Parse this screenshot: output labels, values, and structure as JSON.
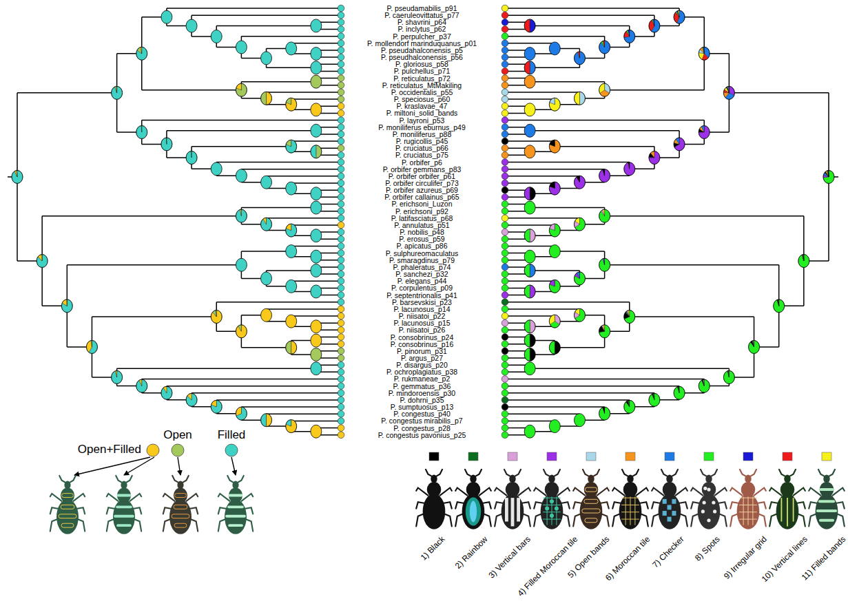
{
  "diagram": {
    "labels": [
      "P. pseudamabilis_p91",
      "P. caeruleovittatus_p77",
      "P. shavrini_p64",
      "P. inclytus_p62",
      "P. perpulcher_p37",
      "P. mollendorf marinduquanus_p01",
      "P. pseudahalconensis_p5",
      "P. pseudhalconensis_p56",
      "P. gloriosus_p58",
      "P. pulchellus_p71",
      "P. reticulatus_p72",
      "P. reticulatus_MtMakiling",
      "P. occidentalis_p55",
      "P. speciosus_p60",
      "P. kraslavae_47",
      "P. miltoni_solid_bands",
      "P. layroni_p53",
      "P. moniliferus eburnus_p49",
      "P. moniliferus_p88",
      "P. rugicollis_p45",
      "P. cruciatus_p66",
      "P. cruciatus_p75",
      "P. orbifer_p6",
      "P. orbifer gemmans_p83",
      "P. orbifer orbifer_p61",
      "P. orbifer circulifer_p73",
      "P. orbifer azureus_p69",
      "P. orbifer callainus_p65",
      "P. erichsoni_Luzon",
      "P. erichsoni_p92",
      "P. latifasciatus_p68",
      "P. annulatus_p51",
      "P. nobilis_p48",
      "P. erosus_p59",
      "P. apicatus_p86",
      "P. sulphureomaculatus",
      "P. smaragdinus_p79",
      "P. phaleratus_p74",
      "P. sanchezi_p32",
      "P. elegans_p44",
      "P. corpulentus_p09",
      "P. septentrionalis_p41",
      "P. barsevskisi_p23",
      "P. lacunosus_p14",
      "P. niisatoi_p22",
      "P. lacunosus_p15",
      "P. niisatoi_p26",
      "P. consobrinus_p24",
      "P. consobrinus_p16",
      "P. pinorum_p31",
      "P. argus_p27",
      "P. disargus_p20",
      "P. ochroplagiatus_p38",
      "P. rukmaneae_p2",
      "P. gemmatus_p36",
      "P. mindoroensis_p30",
      "P. dohrni_p35",
      "P. sumptuosus_p13",
      "P. congestus_p40",
      "P. congestus mirabilis_p7",
      "P. congestus_p28",
      "P. congestus pavonius_p25"
    ],
    "legend": [
      {
        "text": "Open+Filled",
        "color": "#f8c91a"
      },
      {
        "text": "Open",
        "color": "#a3c95c"
      },
      {
        "text": "Filled",
        "color": "#3fd1c3"
      },
      {
        "text": "1) Black",
        "color": "#000000"
      },
      {
        "text": "2) Rainbow",
        "color": "#0a6e1e"
      },
      {
        "text": "3) Vertical bars",
        "color": "#d9a0d9"
      },
      {
        "text": "4) Filled Moroccan tile",
        "color": "#9b30e6"
      },
      {
        "text": "5) Open bands",
        "color": "#a8d8ea"
      },
      {
        "text": "6) Moroccan tile",
        "color": "#f7941d"
      },
      {
        "text": "7) Checker",
        "color": "#1e7be6"
      },
      {
        "text": "8) Spots",
        "color": "#22ee22"
      },
      {
        "text": "9) Irregular grid",
        "color": "#1a1ad6"
      },
      {
        "text": "10) Vertical lines",
        "color": "#ee1c1c"
      },
      {
        "text": "11) Filled bands",
        "color": "#f7f01a"
      }
    ]
  }
}
